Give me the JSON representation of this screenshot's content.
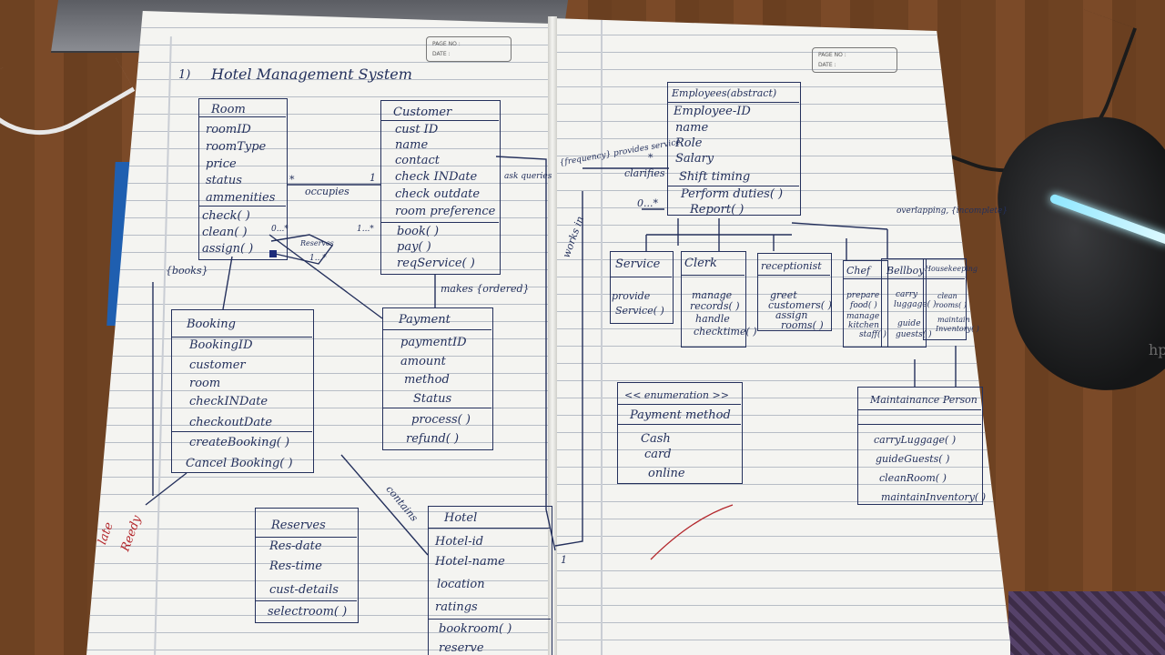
{
  "notebook": {
    "stamp_left": {
      "page_no": "PAGE NO :",
      "date": "DATE :"
    },
    "stamp_right": {
      "page_no": "PAGE NO :",
      "date": "DATE :"
    },
    "title_index": "1)",
    "title": "Hotel Management System",
    "room": {
      "name": "Room",
      "attrs": [
        "roomID",
        "roomType",
        "price",
        "status",
        "ammenities"
      ],
      "methods": [
        "check( )",
        "clean( )",
        "assign( )"
      ]
    },
    "customer": {
      "name": "Customer",
      "attrs": [
        "cust ID",
        "name",
        "contact",
        "check INDate",
        "check outdate",
        "room preference"
      ],
      "methods": [
        "book( )",
        "pay( )",
        "reqService( )"
      ]
    },
    "booking": {
      "name": "Booking",
      "attrs": [
        "BookingID",
        "customer",
        "room",
        "checkINDate",
        "checkoutDate"
      ],
      "methods": [
        "createBooking( )",
        "Cancel Booking( )"
      ]
    },
    "payment": {
      "name": "Payment",
      "attrs": [
        "paymentID",
        "amount",
        "method",
        "Status"
      ],
      "methods": [
        "process( )",
        "refund( )"
      ]
    },
    "reserves": {
      "name": "Reserves",
      "attrs": [
        "Res-date",
        "Res-time",
        "cust-details"
      ],
      "methods": [
        "selectroom( )"
      ]
    },
    "hotel": {
      "name": "Hotel",
      "attrs": [
        "Hotel-id",
        "Hotel-name",
        "location",
        "ratings"
      ],
      "methods": [
        "bookroom( )",
        "reserve"
      ]
    },
    "employee": {
      "name": "Employees(abstract)",
      "attrs": [
        "Employee-ID",
        "name",
        "Role",
        "Salary",
        "Shift timing"
      ],
      "methods": [
        "Perform duties( )",
        "Report( )"
      ]
    },
    "service": {
      "name": "Service",
      "methods": [
        "provide",
        "Service( )"
      ]
    },
    "clerk": {
      "name": "Clerk",
      "methods": [
        "manage",
        "records( )",
        "handle",
        "checktime( )"
      ]
    },
    "receptionist": {
      "name": "receptionist",
      "methods": [
        "greet",
        "customers( )",
        "assign",
        "rooms( )"
      ]
    },
    "chef": {
      "name": "Chef",
      "methods": [
        "prepare",
        "food( )",
        "manage",
        "kitchen",
        "staff( )"
      ]
    },
    "bellboy": {
      "name": "Bellboy",
      "methods": [
        "carry",
        "luggage( )",
        "guide",
        "guests( )"
      ]
    },
    "housekeeping": {
      "name": "Housekeeping",
      "methods": [
        "clean",
        "rooms( )",
        "maintain",
        "Inventory( )"
      ]
    },
    "enumeration": {
      "stereotype": "<< enumeration >>",
      "name": "Payment method",
      "values": [
        "Cash",
        "card",
        "online"
      ]
    },
    "maintenance": {
      "name": "Maintainance Person",
      "methods": [
        "carryLuggage( )",
        "guideGuests( )",
        "cleanRoom( )",
        "maintainInventory( )"
      ]
    },
    "labels": {
      "occupies": "occupies",
      "occupies_mult_room": "*",
      "occupies_mult_cust": "1",
      "reserves": "Reserves",
      "res_mult_a": "0...*",
      "res_mult_b": "1...*",
      "res_mult_c": "1...*",
      "books": "{books}",
      "makes": "makes {ordered}",
      "contains": "contains",
      "ask_queries": "ask queries",
      "clarifies": "clarifies",
      "clarifies_mult": "*",
      "provides_service": "{frequency} provides service",
      "employee_mult": "0...*",
      "hotel_mult": "1",
      "overlapping": "overlapping, {incomplete}",
      "works_in": "works in",
      "red_note_1": "late",
      "red_note_2": "Reedy"
    }
  }
}
